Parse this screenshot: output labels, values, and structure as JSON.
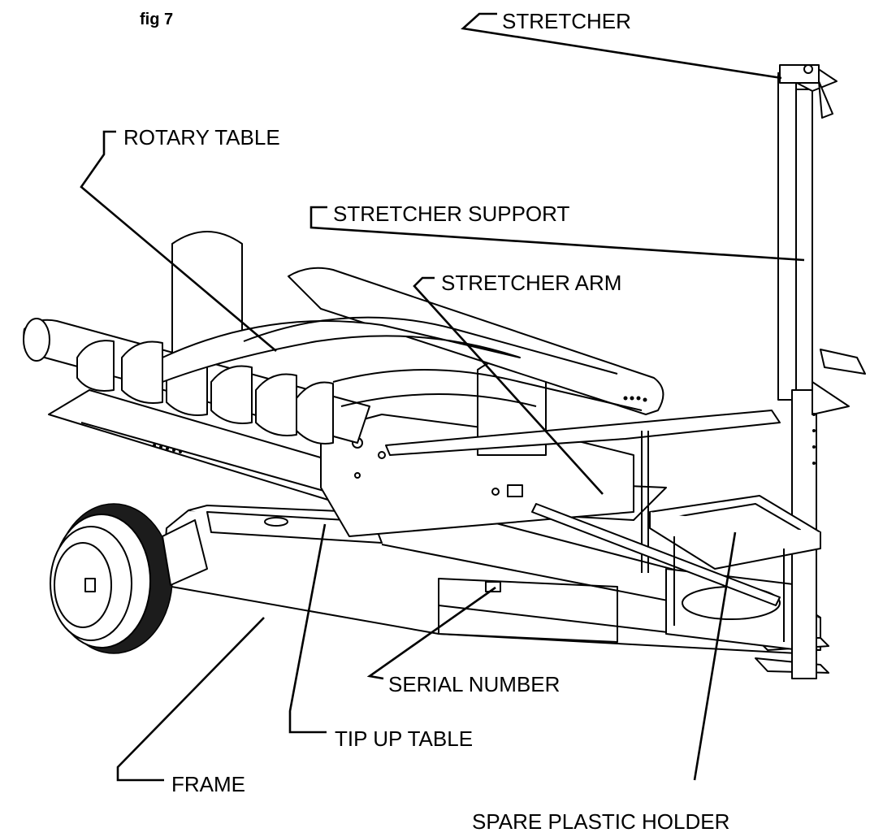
{
  "figure": {
    "number_label": "fig 7"
  },
  "labels": {
    "stretcher": "STRETCHER",
    "rotary_table": "ROTARY TABLE",
    "stretcher_support": "STRETCHER SUPPORT",
    "stretcher_arm": "STRETCHER ARM",
    "serial_number": "SERIAL NUMBER",
    "tip_up_table": "TIP UP TABLE",
    "frame": "FRAME",
    "spare_plastic_holder": "SPARE PLASTIC HOLDER"
  }
}
